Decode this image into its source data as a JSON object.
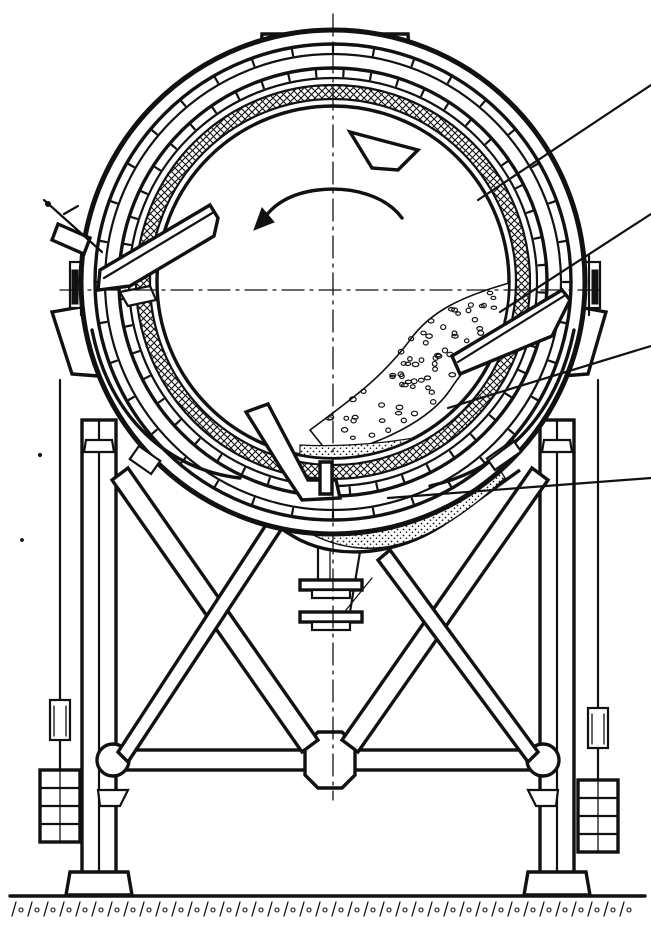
{
  "figure": {
    "kind": "mechanical cross-section drawing",
    "ink_color": "#111111",
    "paper_color": "#ffffff",
    "leader_lines": 4,
    "rotation_arrow": "counter-clockwise",
    "weights": 2,
    "ground_hatch": true
  }
}
